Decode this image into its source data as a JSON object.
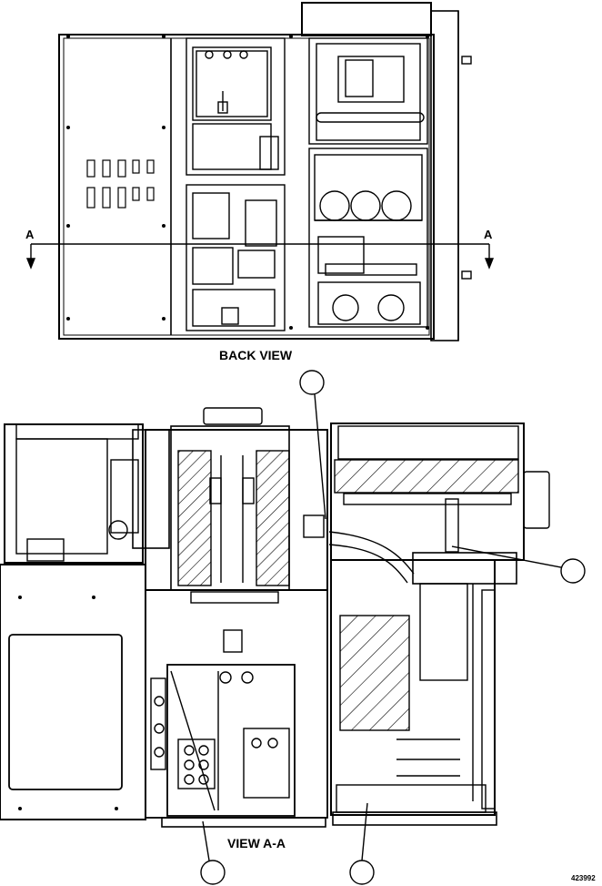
{
  "labels": {
    "back_view": "BACK VIEW",
    "view_aa": "VIEW A-A",
    "section_left": "A",
    "section_right": "A",
    "figure_number": "423992"
  },
  "colors": {
    "line": "#000000",
    "background": "#ffffff"
  }
}
